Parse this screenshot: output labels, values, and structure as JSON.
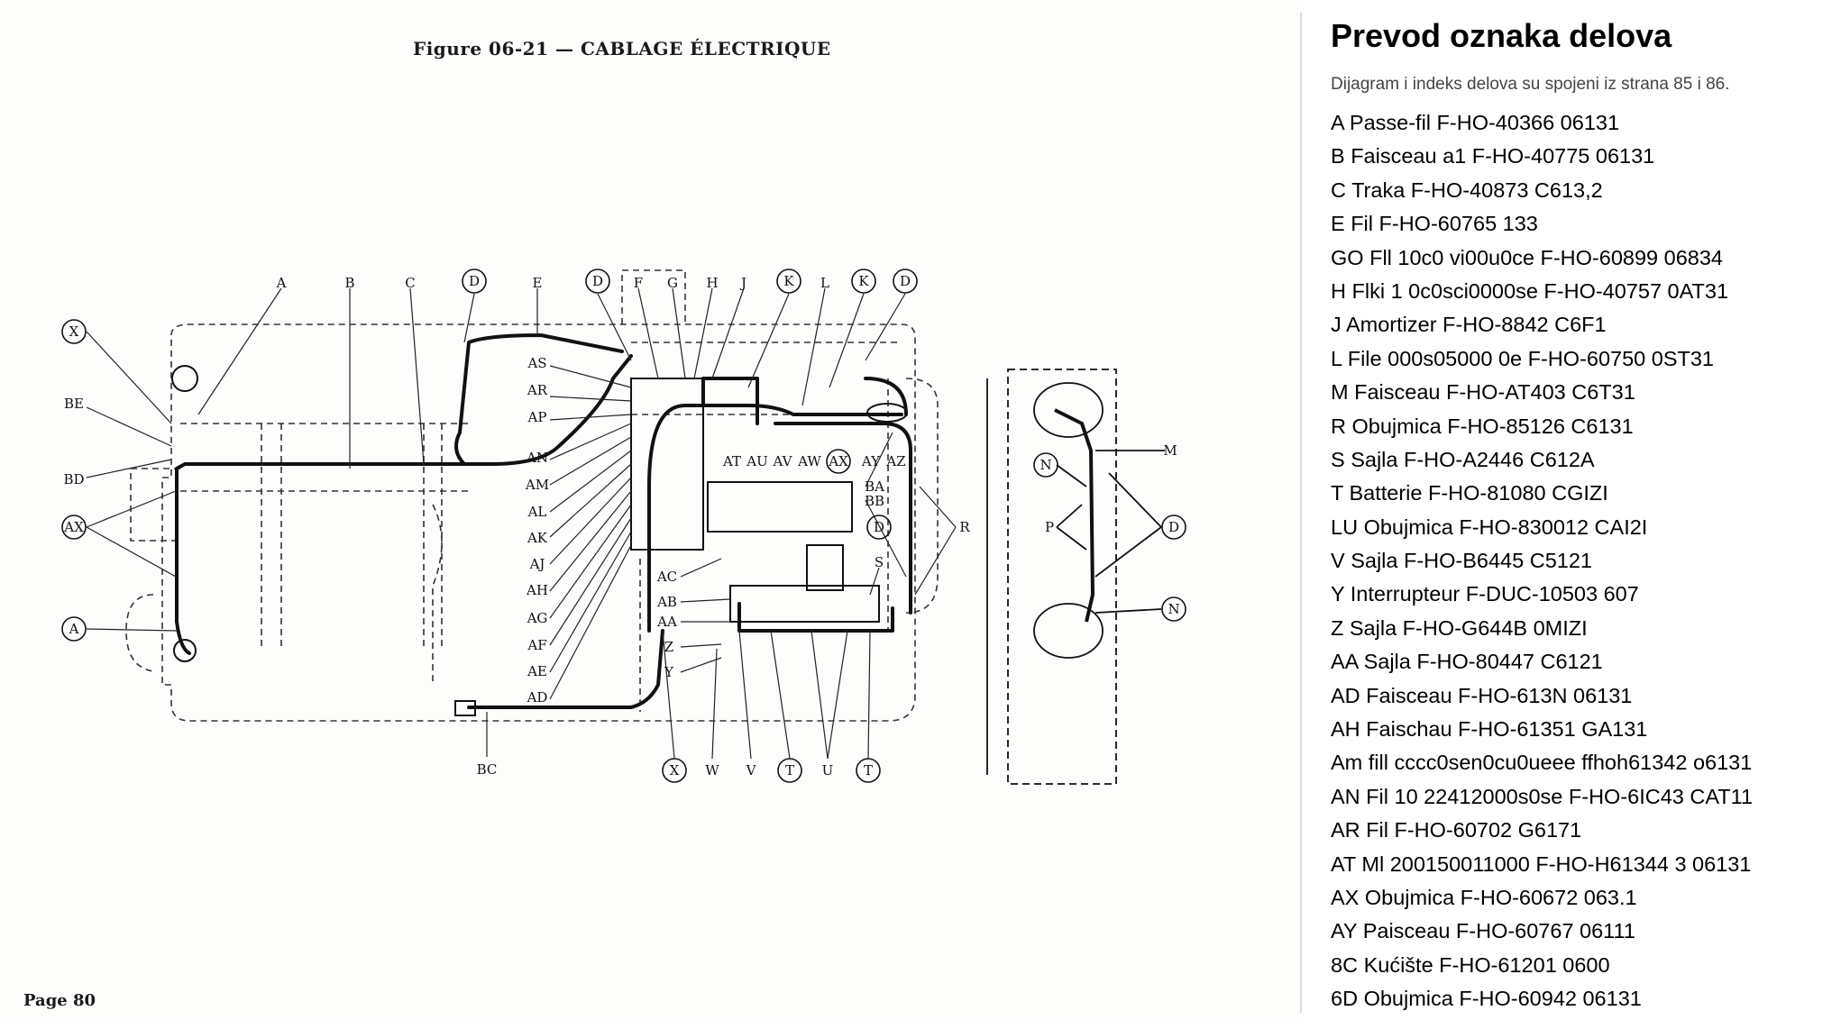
{
  "scan": {
    "figure_title": "Figure 06-21 — CABLAGE ÉLECTRIQUE",
    "page_number": "Page 80",
    "callouts": {
      "top": [
        "A",
        "B",
        "C",
        "D",
        "E",
        "D",
        "F",
        "G",
        "H",
        "J",
        "K",
        "L",
        "K",
        "D"
      ],
      "left": [
        "X",
        "BE",
        "BD",
        "AX",
        "A"
      ],
      "center_left": [
        "AS",
        "AR",
        "AP",
        "AN",
        "AM",
        "AL",
        "AK",
        "AJ",
        "AH",
        "AG",
        "AF",
        "AE",
        "AD"
      ],
      "center_row": [
        "AT",
        "AU",
        "AV",
        "AW",
        "AX",
        "AY",
        "AZ"
      ],
      "center_right": [
        "BA",
        "BB"
      ],
      "battery_area": [
        "AC",
        "AB",
        "AA",
        "Z",
        "Y"
      ],
      "right_group": [
        "S",
        "D",
        "R"
      ],
      "bottom": [
        "BC",
        "X",
        "W",
        "V",
        "T",
        "U",
        "T"
      ],
      "side_view": [
        "M",
        "N",
        "P",
        "D",
        "N"
      ]
    }
  },
  "legend": {
    "title": "Prevod oznaka delova",
    "note": "Dijagram i indeks delova su spojeni iz strana 85 i 86.",
    "items": [
      "A Passe-fil F-HO-40366 06131",
      "B Faisceau a1 F-HO-40775 06131",
      "C Traka F-HO-40873 C613,2",
      "E Fil F-HO-60765 133",
      "GO Fll 10c0 vi00u0ce F-HO-60899 06834",
      "H Flki 1 0c0sci0000se F-HO-40757 0AT31",
      "J Amortizer F-HO-8842 C6F1",
      "L File 000s05000 0e F-HO-60750 0ST31",
      "M Faisceau F-HO-AT403 C6T31",
      "R Obujmica F-HO-85126 C6131",
      "S Sajla F-HO-A2446 C612A",
      "T Batterie F-HO-81080 CGIZI",
      "LU Obujmica F-HO-830012 CAI2I",
      "V Sajla F-HO-B6445 C5121",
      "Y Interrupteur F-DUC-10503 607",
      "Z Sajla F-HO-G644B 0MIZI",
      "AA Sajla F-HO-80447 C6121",
      "AD Faisceau F-HO-613N 06131",
      "AH Faischau F-HO-61351 GA131",
      "Am fill cccc0sen0cu0ueee ffhoh61342 o6131",
      "AN Fil 10 22412000s0se F-HO-6IC43 CAT11",
      "AR Fil F-HO-60702 G6171",
      "AT Ml 200150011000 F-HO-H61344 3 06131",
      "AX Obujmica F-HO-60672 063.1",
      "AY Paisceau F-HO-60767 06111",
      "8C Kućište F-HO-61201 0600",
      "6D Obujmica F-HO-60942 06131"
    ]
  }
}
